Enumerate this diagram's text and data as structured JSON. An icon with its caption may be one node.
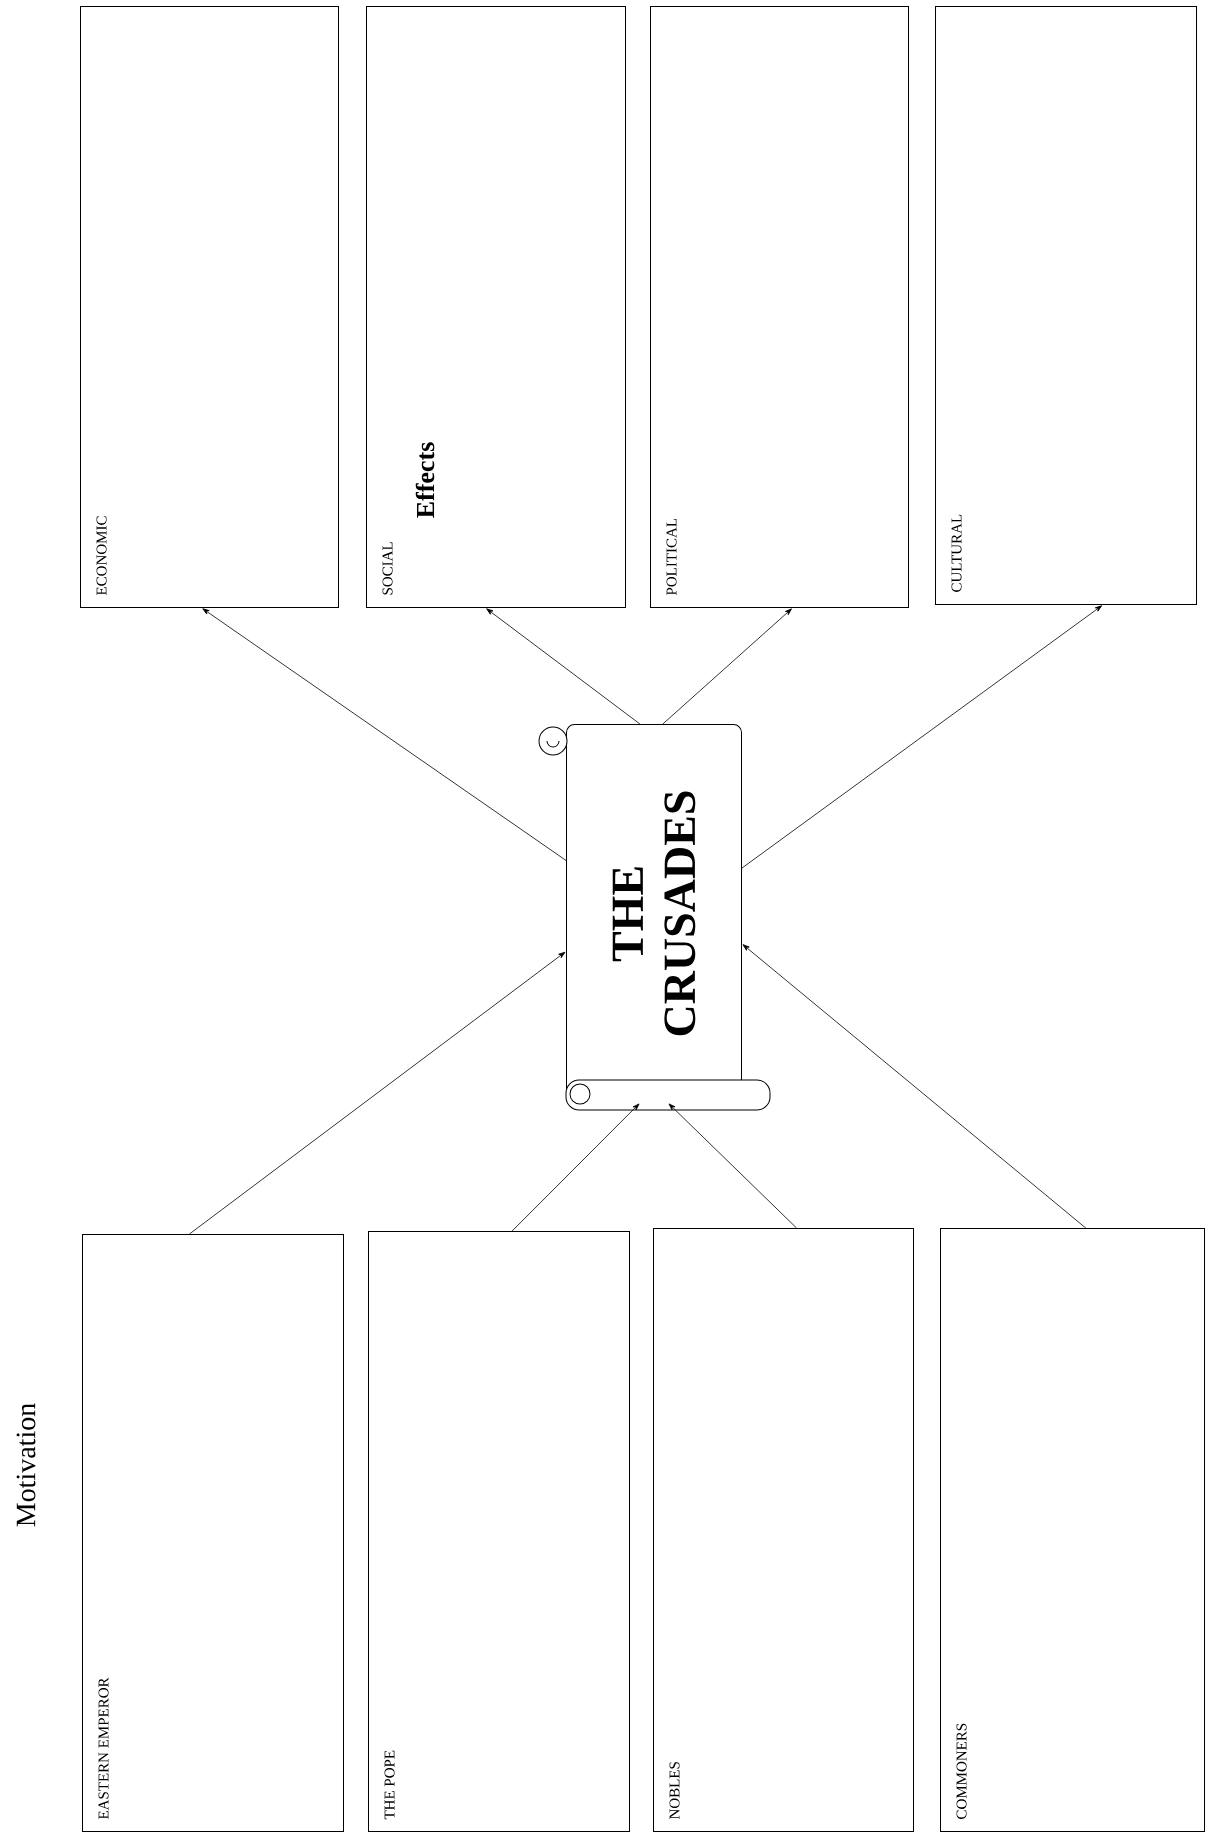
{
  "diagram": {
    "nodes": [
      {
        "text": [
          "ECONOMIC"
        ]
      },
      {
        "text": [
          "SOCIAL"
        ]
      },
      {
        "text": [
          "POLITICAL"
        ]
      },
      {
        "text": [
          "CULTURAL"
        ]
      },
      {
        "text": [
          "THE CRUSADES"
        ]
      },
      {
        "text": [
          "EASTERN EMPEROR"
        ]
      },
      {
        "text": [
          "THE POPE"
        ]
      },
      {
        "text": [
          "NOBLES"
        ]
      },
      {
        "text": [
          "COMMONERS"
        ]
      }
    ],
    "edges": [
      {
        "from": 5,
        "to": 4,
        "arrow": "to"
      },
      {
        "from": 6,
        "to": 4,
        "arrow": "to"
      },
      {
        "from": 7,
        "to": 4,
        "arrow": "to"
      },
      {
        "from": 8,
        "to": 4,
        "arrow": "to"
      },
      {
        "from": 4,
        "to": 0,
        "arrow": "to"
      },
      {
        "from": 4,
        "to": 1,
        "arrow": "to"
      },
      {
        "from": 4,
        "to": 2,
        "arrow": "to"
      },
      {
        "from": 4,
        "to": 3,
        "arrow": "to"
      }
    ],
    "labels": [
      "Effects",
      "Motivation"
    ]
  }
}
